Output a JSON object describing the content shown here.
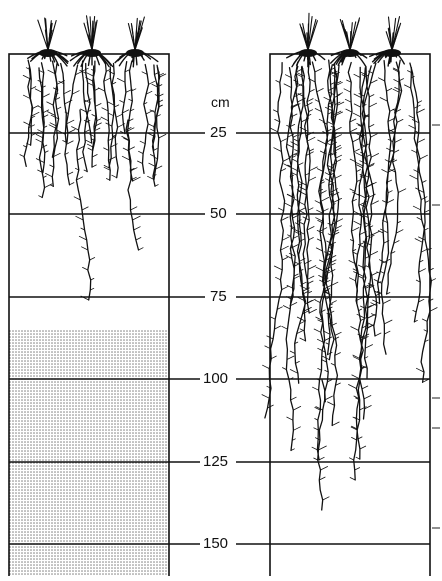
{
  "unit": "cm",
  "depth_ticks": [
    "25",
    "50",
    "75",
    "100",
    "125",
    "150"
  ],
  "panels": [
    {
      "id": "left",
      "subsoil": "stippled compacted layer from ~85 cm",
      "root_depth_max_cm": 75
    },
    {
      "id": "right",
      "subsoil": "none",
      "root_depth_max_cm": 140
    }
  ],
  "colors": {
    "ink": "#111111",
    "stipple": "#888888",
    "paper": "#ffffff"
  }
}
